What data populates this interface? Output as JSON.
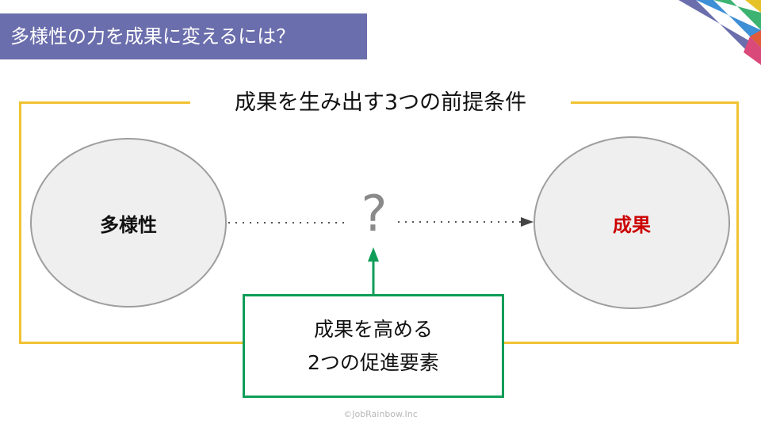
{
  "header": {
    "title": "多様性の力を成果に変えるには？"
  },
  "diagram": {
    "frame_title": "成果を生み出す3つの前提条件",
    "left_node": "多様性",
    "right_node": "成果",
    "question_mark": "?",
    "box_line1": "成果を高める",
    "box_line2": "2つの促進要素"
  },
  "colors": {
    "title_bg": "#6b6eac",
    "frame_border": "#f1c232",
    "node_fill": "#efefef",
    "right_node_text": "#cc0000",
    "box_border": "#0f9d58"
  },
  "footer": {
    "copyright": "©JobRainbow.Inc"
  }
}
